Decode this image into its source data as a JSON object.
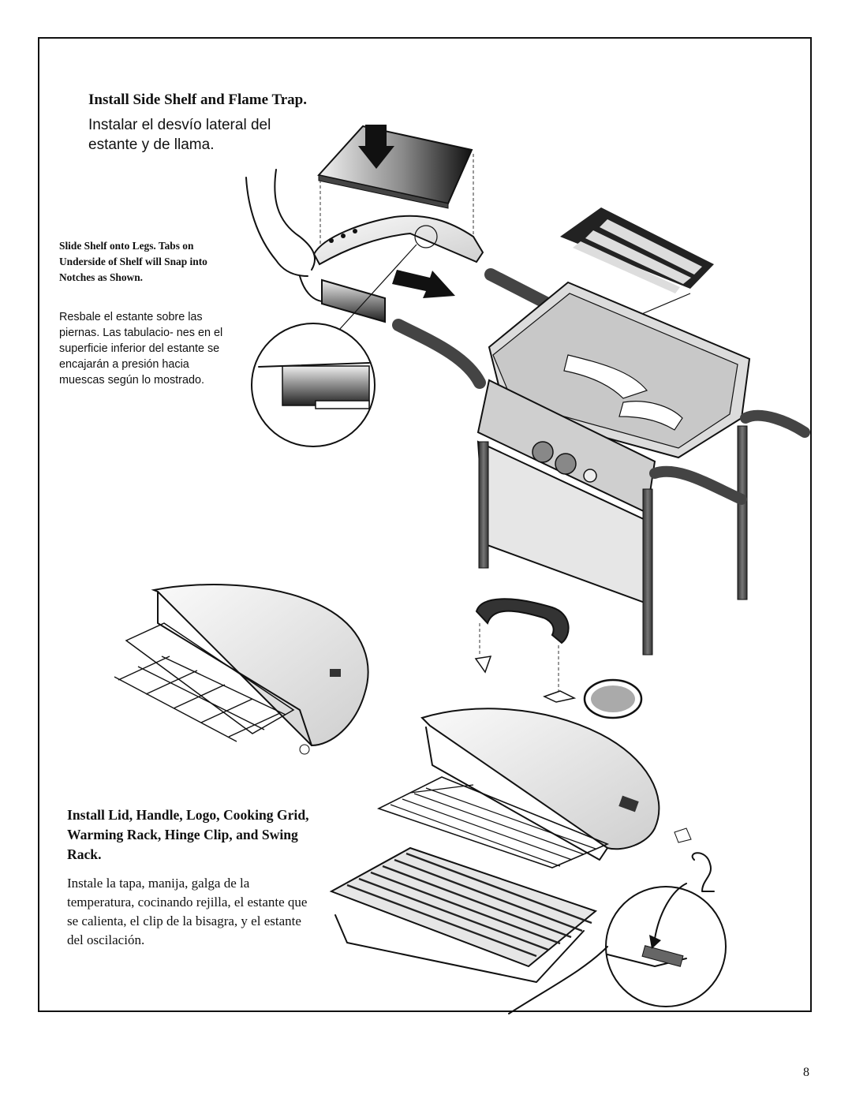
{
  "section1": {
    "title": "Install Side Shelf and Flame Trap.",
    "subtitle": "Instalar el desvío lateral del estante y de llama.",
    "note_en": "Slide Shelf onto Legs. Tabs on Underside of Shelf will Snap into Notches as Shown.",
    "note_es": "Resbale el estante sobre las piernas. Las tabulacio- nes en el superficie inferior del estante se encajarán a presión hacia muescas según lo mostrado."
  },
  "section2": {
    "title": "Install Lid, Handle, Logo, Cooking Grid, Warming Rack, Hinge Clip, and Swing Rack.",
    "subtitle": "Instale la tapa, manija, galga de la temperatura, cocinando rejilla, el estante que se calienta, el clip de la bisagra, y el estante del oscilación."
  },
  "page_number": "8",
  "illustrations": {
    "top": "side-shelf-and-flame-trap-diagram",
    "bottom": "lid-and-rack-diagram"
  }
}
